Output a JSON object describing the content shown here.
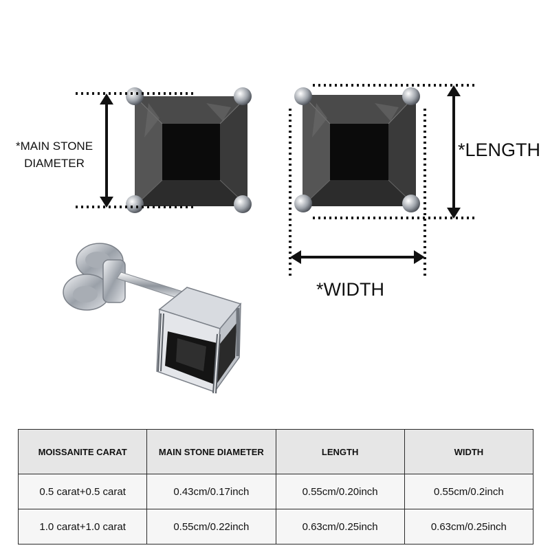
{
  "labels": {
    "main_stone_line1": "*MAIN STONE",
    "main_stone_line2": "DIAMETER",
    "length": "*LENGTH",
    "width": "*WIDTH"
  },
  "images": {
    "earring_front_left": "square-black-stone-stud-front",
    "earring_front_right": "square-black-stone-stud-front",
    "earring_side": "stud-earring-side-view-with-butterfly-back"
  },
  "colors": {
    "stone": "#1a1a1a",
    "metal": "#c8ccd2",
    "table_header_bg": "#e6e6e6",
    "table_cell_bg": "#f6f6f6",
    "border": "#2a2a2a"
  },
  "table": {
    "headers": [
      "MOISSANITE CARAT",
      "MAIN STONE DIAMETER",
      "LENGTH",
      "WIDTH"
    ],
    "rows": [
      [
        "0.5 carat+0.5 carat",
        "0.43cm/0.17inch",
        "0.55cm/0.20inch",
        "0.55cm/0.2inch"
      ],
      [
        "1.0 carat+1.0 carat",
        "0.55cm/0.22inch",
        "0.63cm/0.25inch",
        "0.63cm/0.25inch"
      ]
    ]
  }
}
